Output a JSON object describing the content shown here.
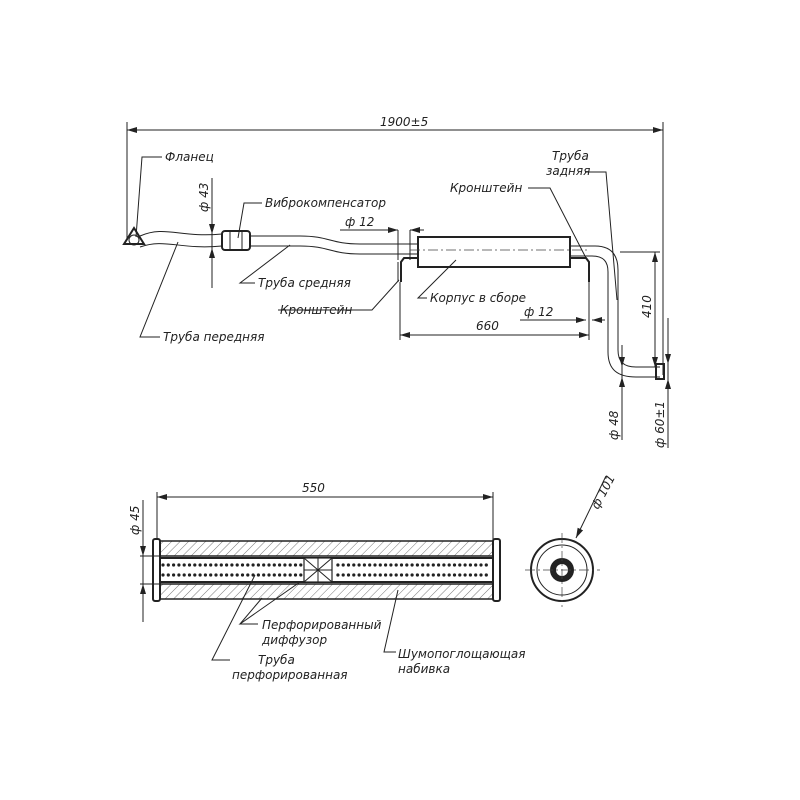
{
  "top_view": {
    "overall_length": "1900±5",
    "labels": {
      "flange": "Фланец",
      "vibro_compensator": "Виброкомпенсатор",
      "middle_pipe": "Труба средняя",
      "bracket_front": "Кронштейн",
      "front_pipe": "Труба передняя",
      "bracket_rear": "Кронштейн",
      "rear_pipe_line1": "Труба",
      "rear_pipe_line2": "задняя",
      "housing": "Корпус в сборе"
    },
    "dimensions": {
      "dia_43": "ф 43",
      "dia_12_front": "ф 12",
      "dia_12_rear": "ф 12",
      "length_660": "660",
      "height_410": "410",
      "dia_48": "ф 48",
      "dia_60": "ф 60±1"
    }
  },
  "section_view": {
    "dimensions": {
      "length_550": "550",
      "dia_45": "ф 45",
      "dia_101": "ф 101"
    },
    "labels": {
      "perforated_diffuser_line1": "Перфорированный",
      "perforated_diffuser_line2": "диффузор",
      "perforated_pipe_line1": "Труба",
      "perforated_pipe_line2": "перфорированная",
      "sound_absorbing_line1": "Шумопоглощающая",
      "sound_absorbing_line2": "набивка"
    }
  }
}
